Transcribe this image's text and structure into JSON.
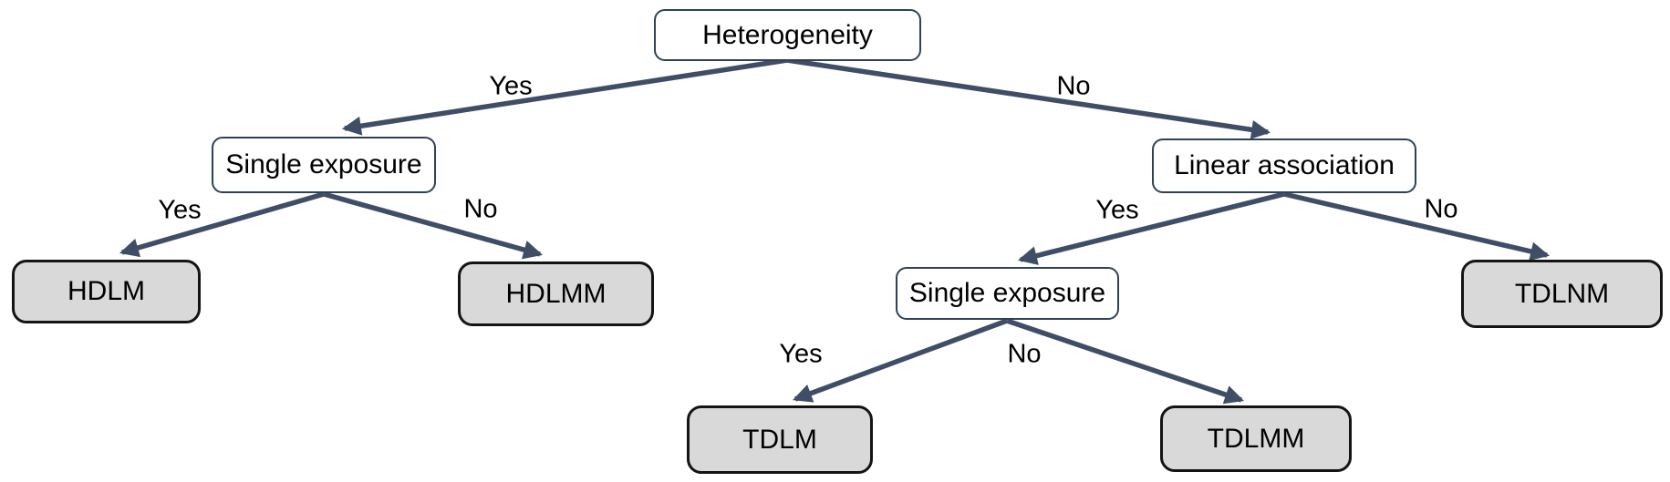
{
  "diagram": {
    "type": "decision-tree",
    "nodes": {
      "root": {
        "label": "Heterogeneity",
        "type": "decision"
      },
      "single_exposure_1": {
        "label": "Single exposure",
        "type": "decision"
      },
      "linear_association": {
        "label": "Linear association",
        "type": "decision"
      },
      "single_exposure_2": {
        "label": "Single exposure",
        "type": "decision"
      },
      "hdlm": {
        "label": "HDLM",
        "type": "model"
      },
      "hdlmm": {
        "label": "HDLMM",
        "type": "model"
      },
      "tdlnm": {
        "label": "TDLNM",
        "type": "model"
      },
      "tdlm": {
        "label": "TDLM",
        "type": "model"
      },
      "tdlmm": {
        "label": "TDLMM",
        "type": "model"
      }
    },
    "edges": [
      {
        "from": "root",
        "to": "single_exposure_1",
        "label": "Yes"
      },
      {
        "from": "root",
        "to": "linear_association",
        "label": "No"
      },
      {
        "from": "single_exposure_1",
        "to": "hdlm",
        "label": "Yes"
      },
      {
        "from": "single_exposure_1",
        "to": "hdlmm",
        "label": "No"
      },
      {
        "from": "linear_association",
        "to": "single_exposure_2",
        "label": "Yes"
      },
      {
        "from": "linear_association",
        "to": "tdlnm",
        "label": "No"
      },
      {
        "from": "single_exposure_2",
        "to": "tdlm",
        "label": "Yes"
      },
      {
        "from": "single_exposure_2",
        "to": "tdlmm",
        "label": "No"
      }
    ]
  },
  "colors": {
    "edge": "#3F4E66",
    "decision_border": "#2E4257",
    "model_fill": "#D9D9D9",
    "model_border": "#141414",
    "text": "#000000",
    "background": "#FFFFFF"
  }
}
